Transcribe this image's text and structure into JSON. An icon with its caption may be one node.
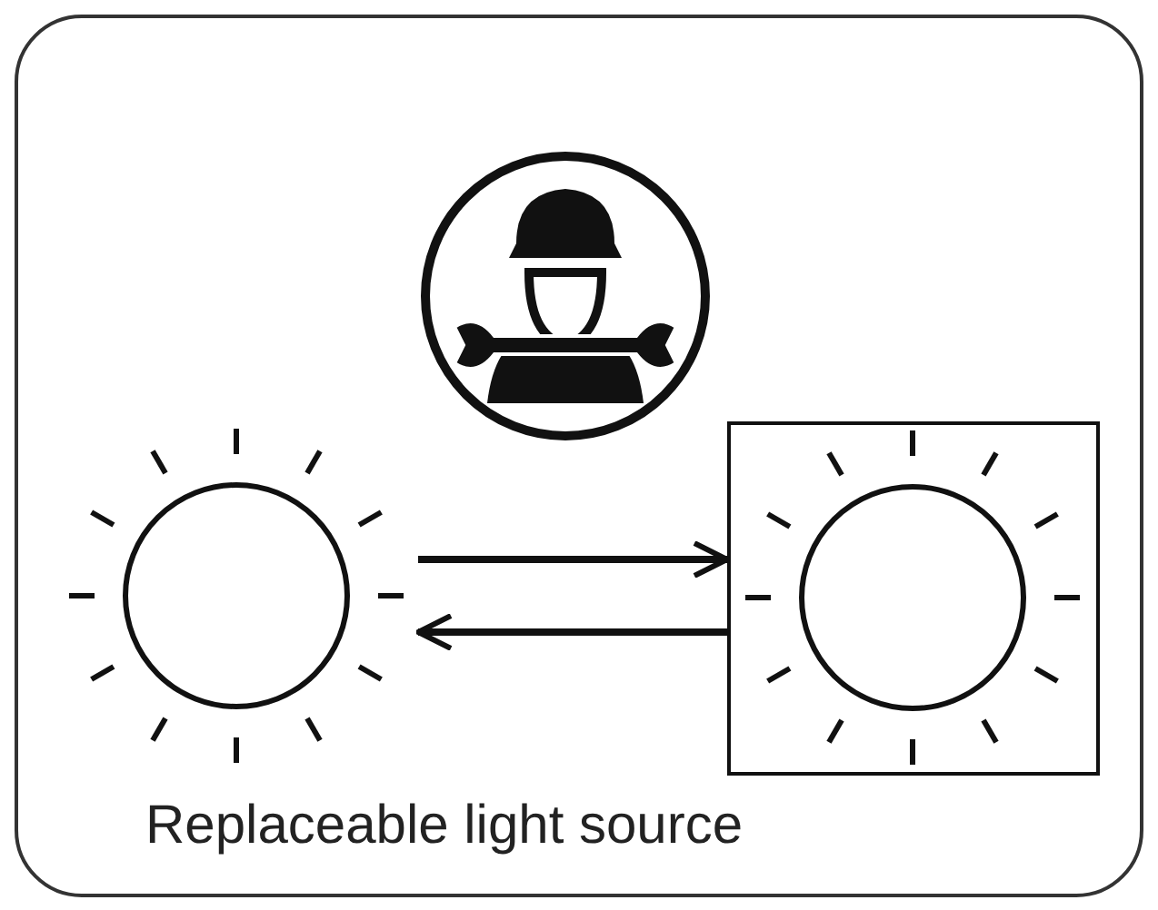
{
  "diagram": {
    "nodes": [
      {
        "text": [],
        "shape": "circle"
      },
      {
        "text": [],
        "shape": "box"
      }
    ],
    "edges": [
      {
        "from": 0,
        "to": 1,
        "arrow": "to"
      },
      {
        "from": 1,
        "to": 0,
        "arrow": "to"
      }
    ],
    "labels": [
      "Replaceable light source"
    ]
  }
}
